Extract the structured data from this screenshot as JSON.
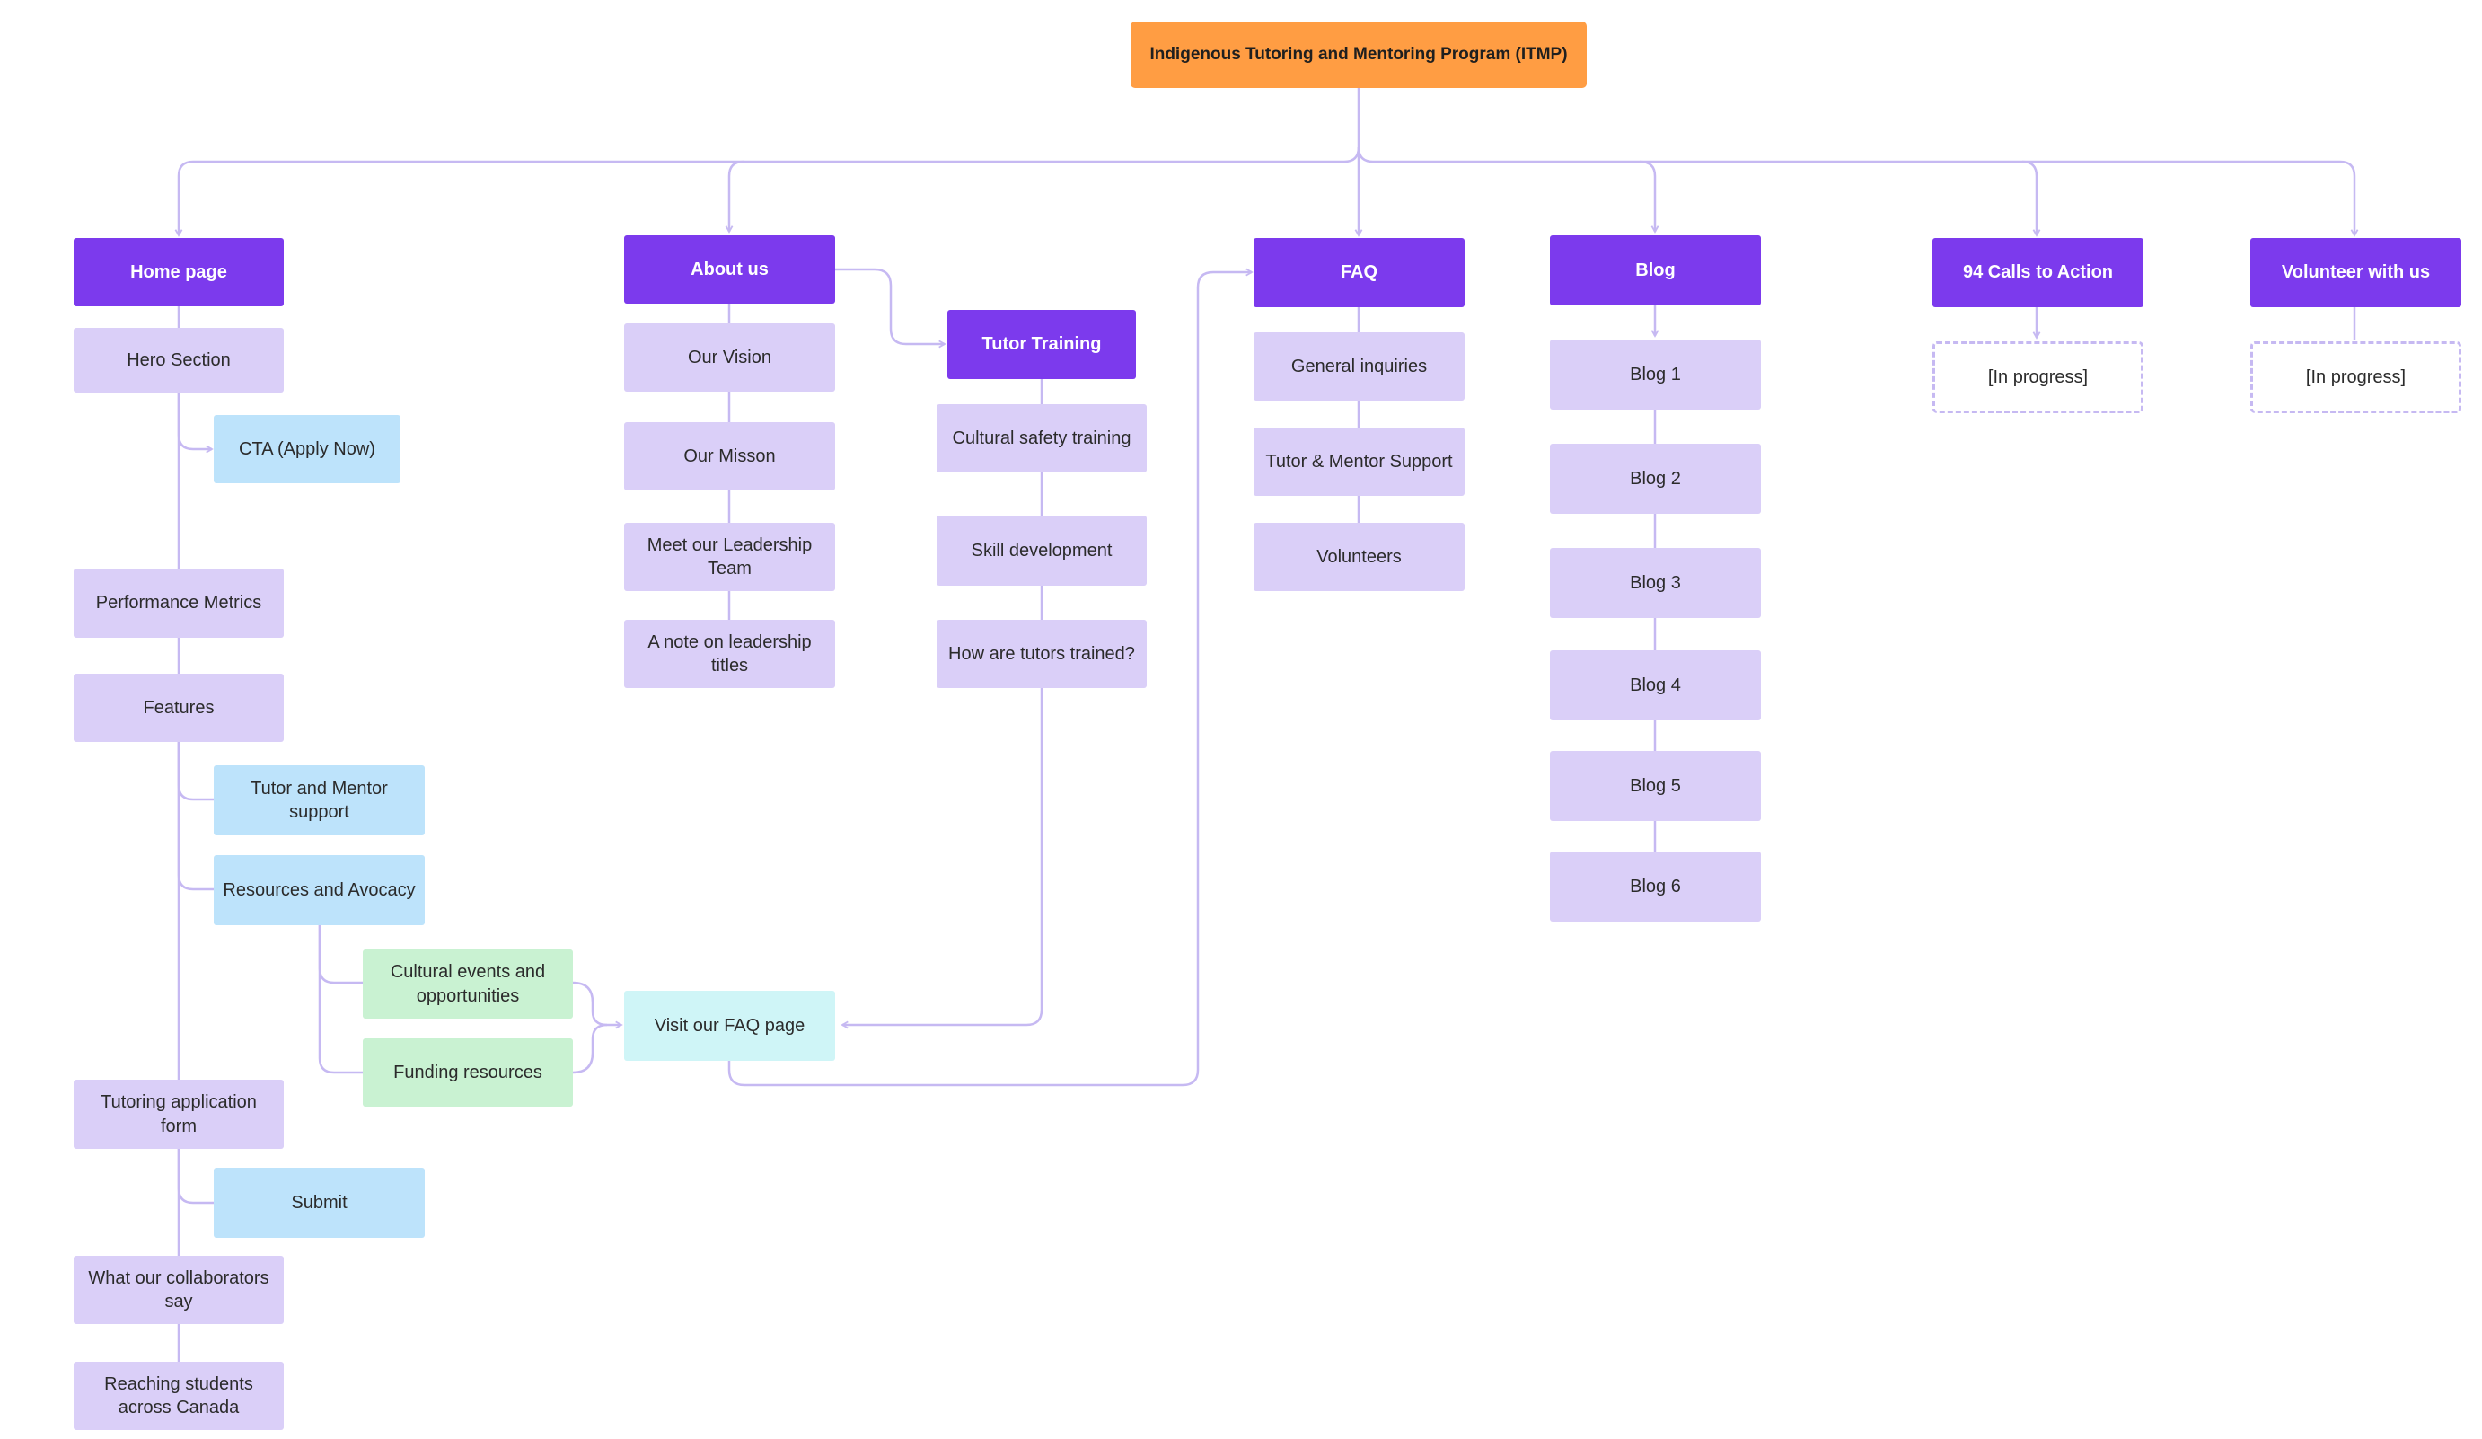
{
  "root": "Indigenous Tutoring and Mentoring Program (ITMP)",
  "home": {
    "title": "Home page",
    "hero_section": "Hero Section",
    "cta": "CTA (Apply Now)",
    "performance_metrics": "Performance Metrics",
    "features": "Features",
    "tutor_mentor_support": "Tutor and Mentor support",
    "resources_advocacy": "Resources and Avocacy",
    "cultural_events": "Cultural events and opportunities",
    "funding_resources": "Funding resources",
    "tutoring_application": "Tutoring application form",
    "submit": "Submit",
    "collaborators": "What our collaborators say",
    "reaching_students": "Reaching students across Canada"
  },
  "about": {
    "title": "About us",
    "vision": "Our Vision",
    "mission": "Our Misson",
    "leadership_team": "Meet our Leadership Team",
    "leadership_titles": "A note on leadership titles",
    "visit_faq": "Visit our FAQ page"
  },
  "tutor_training": {
    "title": "Tutor Training",
    "cultural_safety": "Cultural safety training",
    "skill_development": "Skill development",
    "how_trained": "How are tutors trained?"
  },
  "faq": {
    "title": "FAQ",
    "general": "General inquiries",
    "support": "Tutor & Mentor Support",
    "volunteers": "Volunteers"
  },
  "blog": {
    "title": "Blog",
    "posts": [
      "Blog 1",
      "Blog 2",
      "Blog 3",
      "Blog 4",
      "Blog 5",
      "Blog 6"
    ]
  },
  "calls": {
    "title": "94 Calls to Action",
    "status": "[In progress]"
  },
  "volunteer": {
    "title": "Volunteer with us",
    "status": "[In progress]"
  },
  "colors": {
    "root": "#FF9D43",
    "section": "#7C3AED",
    "item": "#DACFF8",
    "sub_item": "#BDE3FB",
    "resource_item": "#C9F2D2",
    "link_item": "#CFF5F7",
    "connector": "#C6B9F2"
  }
}
